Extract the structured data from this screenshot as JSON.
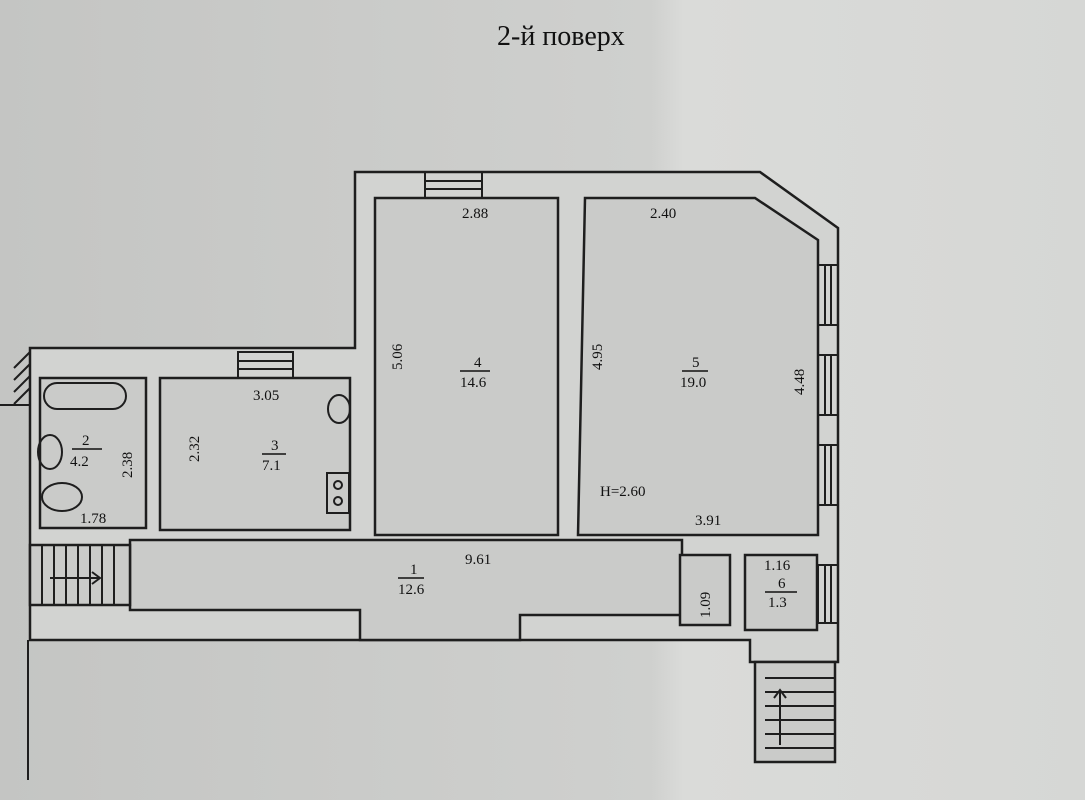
{
  "title": "2-й поверх",
  "rooms": [
    {
      "number": "1",
      "area": "12.6",
      "dims": [
        "9.61"
      ]
    },
    {
      "number": "2",
      "area": "4.2",
      "dims": [
        "2.38",
        "1.78"
      ]
    },
    {
      "number": "3",
      "area": "7.1",
      "dims": [
        "3.05",
        "2.32"
      ]
    },
    {
      "number": "4",
      "area": "14.6",
      "dims": [
        "2.88",
        "5.06"
      ]
    },
    {
      "number": "5",
      "area": "19.0",
      "dims": [
        "2.40",
        "4.95",
        "4.48",
        "3.91"
      ]
    },
    {
      "number": "6",
      "area": "1.3",
      "dims": [
        "1.16"
      ]
    }
  ],
  "extra_dims": [
    "1.09"
  ],
  "ceiling_height": "H=2.60"
}
